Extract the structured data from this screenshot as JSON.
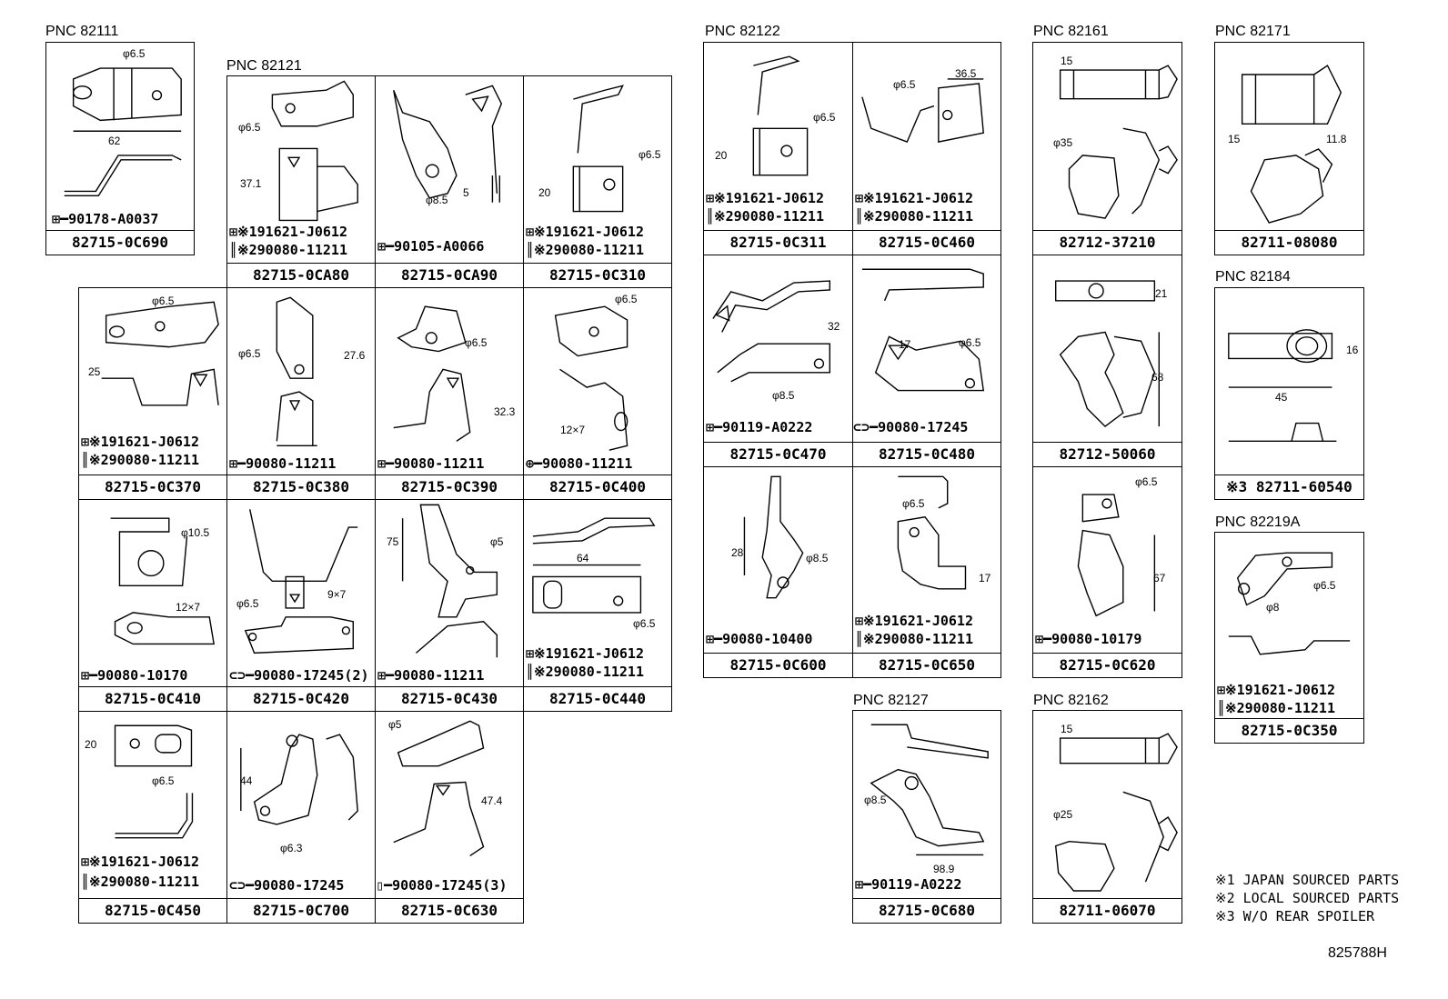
{
  "groups": {
    "g82111": "PNC 82111",
    "g82121": "PNC 82121",
    "g82122": "PNC 82122",
    "g82161": "PNC 82161",
    "g82171": "PNC 82171",
    "g82184": "PNC 82184",
    "g82219A": "PNC 82219A",
    "g82127": "PNC 82127",
    "g82162": "PNC 82162"
  },
  "parts": {
    "c0C690": {
      "pn": "82715-0C690",
      "b1": "90178-A0037",
      "d1": "φ6.5",
      "d2": "62"
    },
    "cCA80": {
      "pn": "82715-0CA80",
      "b1": "※191621-J0612",
      "b2": "※290080-11211",
      "d1": "φ6.5",
      "d2": "37.1"
    },
    "cCA90": {
      "pn": "82715-0CA90",
      "b1": "90105-A0066",
      "d1": "φ8.5",
      "d2": "5"
    },
    "c0C310": {
      "pn": "82715-0C310",
      "b1": "※191621-J0612",
      "b2": "※290080-11211",
      "d1": "φ6.5",
      "d2": "20"
    },
    "c0C370": {
      "pn": "82715-0C370",
      "b1": "※191621-J0612",
      "b2": "※290080-11211",
      "d1": "φ6.5",
      "d2": "25"
    },
    "c0C380": {
      "pn": "82715-0C380",
      "b1": "90080-11211",
      "d1": "φ6.5",
      "d2": "27.6"
    },
    "c0C390": {
      "pn": "82715-0C390",
      "b1": "90080-11211",
      "d1": "φ6.5",
      "d2": "32.3"
    },
    "c0C400": {
      "pn": "82715-0C400",
      "b1": "90080-11211",
      "d1": "φ6.5",
      "d2": "12×7"
    },
    "c0C410": {
      "pn": "82715-0C410",
      "b1": "90080-10170",
      "d1": "φ10.5",
      "d2": "12×7"
    },
    "c0C420": {
      "pn": "82715-0C420",
      "b1": "90080-17245(2)",
      "d1": "φ6.5",
      "d2": "9×7"
    },
    "c0C430": {
      "pn": "82715-0C430",
      "b1": "90080-11211",
      "d1": "75",
      "d2": "φ5"
    },
    "c0C440": {
      "pn": "82715-0C440",
      "b1": "※191621-J0612",
      "b2": "※290080-11211",
      "d1": "64",
      "d2": "φ6.5"
    },
    "c0C450": {
      "pn": "82715-0C450",
      "b1": "※191621-J0612",
      "b2": "※290080-11211",
      "d1": "20",
      "d2": "φ6.5"
    },
    "c0C700": {
      "pn": "82715-0C700",
      "b1": "90080-17245",
      "d1": "44",
      "d2": "φ6.3"
    },
    "c0C630": {
      "pn": "82715-0C630",
      "b1": "90080-17245(3)",
      "d1": "φ5",
      "d2": "47.4"
    },
    "c0C311": {
      "pn": "82715-0C311",
      "b1": "※191621-J0612",
      "b2": "※290080-11211",
      "d1": "φ6.5",
      "d2": "20"
    },
    "c0C460": {
      "pn": "82715-0C460",
      "b1": "※191621-J0612",
      "b2": "※290080-11211",
      "d1": "φ6.5",
      "d2": "36.5"
    },
    "c0C470": {
      "pn": "82715-0C470",
      "b1": "90119-A0222",
      "d1": "32",
      "d2": "φ8.5"
    },
    "c0C480": {
      "pn": "82715-0C480",
      "b1": "90080-17245",
      "d1": "17",
      "d2": "φ6.5"
    },
    "c0C600": {
      "pn": "82715-0C600",
      "b1": "90080-10400",
      "d1": "28",
      "d2": "φ8.5"
    },
    "c0C650": {
      "pn": "82715-0C650",
      "b1": "※191621-J0612",
      "b2": "※290080-11211",
      "d1": "φ6.5",
      "d2": "17"
    },
    "c37210": {
      "pn": "82712-37210",
      "d1": "15",
      "d2": "φ35"
    },
    "c50060": {
      "pn": "82712-50060",
      "d1": "21",
      "d2": "68"
    },
    "c0C620": {
      "pn": "82715-0C620",
      "b1": "90080-10179",
      "d1": "φ6.5",
      "d2": "67"
    },
    "c08080": {
      "pn": "82711-08080",
      "d1": "15",
      "d2": "11.8"
    },
    "c60540": {
      "pn": "※3 82711-60540",
      "d1": "16",
      "d2": "45"
    },
    "c0C350": {
      "pn": "82715-0C350",
      "b1": "※191621-J0612",
      "b2": "※290080-11211",
      "d1": "φ6.5",
      "d2": "φ8"
    },
    "c0C680": {
      "pn": "82715-0C680",
      "b1": "90119-A0222",
      "d1": "φ8.5",
      "d2": "98.9"
    },
    "c06070": {
      "pn": "82711-06070",
      "d1": "15",
      "d2": "φ25"
    }
  },
  "notes": {
    "n1": "※1 JAPAN SOURCED PARTS",
    "n2": "※2 LOCAL SOURCED PARTS",
    "n3": "※3 W/O REAR SPOILER"
  },
  "ref_code": "825788H"
}
